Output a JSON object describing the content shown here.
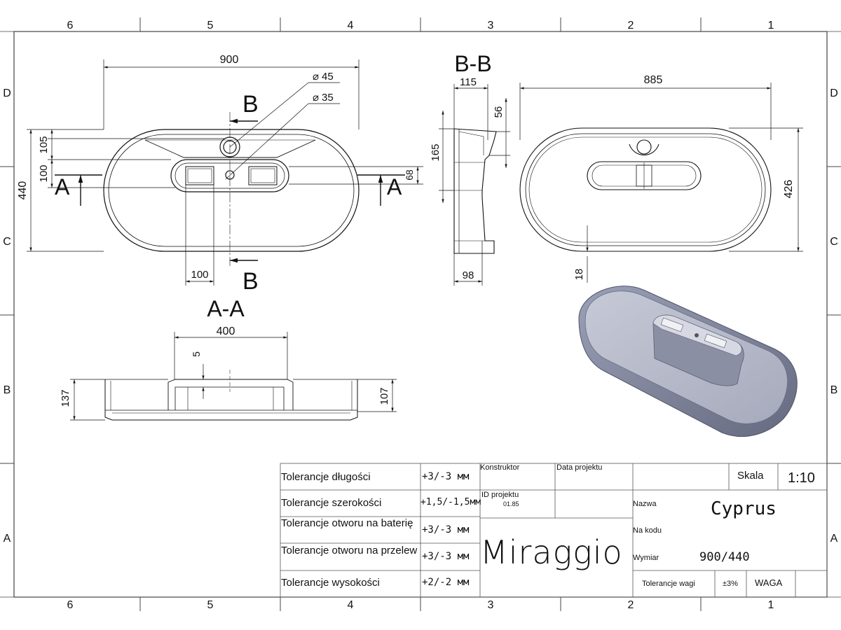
{
  "frame": {
    "columns": [
      "6",
      "5",
      "4",
      "3",
      "2",
      "1"
    ],
    "rows": [
      "D",
      "C",
      "B",
      "A"
    ]
  },
  "top_view": {
    "dim_length": "900",
    "dim_width": "440",
    "dim_105": "105",
    "dim_100_left": "100",
    "dim_100_bottom": "100",
    "dim_68": "68",
    "dia_45": "45",
    "dia_35": "35",
    "section_b_top": "B",
    "section_b_bottom": "B",
    "section_a_left": "A",
    "section_a_right": "A"
  },
  "section_bb": {
    "title": "B-B",
    "dim_115": "115",
    "dim_56": "56",
    "dim_165": "165",
    "dim_98": "98"
  },
  "right_view": {
    "dim_885": "885",
    "dim_426": "426",
    "dim_18": "18"
  },
  "section_aa": {
    "title": "A-A",
    "dim_400": "400",
    "dim_5": "5",
    "dim_137": "137",
    "dim_107": "107"
  },
  "title_block": {
    "tolerances": [
      {
        "label": "Tolerancje długości",
        "value": "+3/-3 мм"
      },
      {
        "label": "Tolerancje szerokości",
        "value": "+1,5/-1,5мм"
      },
      {
        "label": "Tolerancje otworu na baterię",
        "value": "+3/-3 мм"
      },
      {
        "label": "Tolerancje otworu na przelew",
        "value": "+3/-3 мм"
      },
      {
        "label": "Tolerancje wysokości",
        "value": "+2/-2 мм"
      }
    ],
    "konstruktor_label": "Konstruktor",
    "data_projektu_label": "Data projektu",
    "id_projektu_label": "ID projektu",
    "id_projektu_value": "01.85",
    "brand": "Miraggio",
    "skala_label": "Skala",
    "skala_value": "1:10",
    "nazwa_label": "Nazwa",
    "nazwa_value": "Cyprus",
    "na_kodu_label": "Na kodu",
    "wymiar_label": "Wymiar",
    "wymiar_value": "900/440",
    "tolerancje_wagi_label": "Tolerancje wagi",
    "tolerancje_wagi_value": "±3%",
    "waga_label": "WAGA"
  },
  "colors": {
    "line": "#111111",
    "frame": "#333333",
    "basin_light": "#b9bccb",
    "basin_mid": "#8e92a6",
    "basin_dark": "#6f7389"
  }
}
